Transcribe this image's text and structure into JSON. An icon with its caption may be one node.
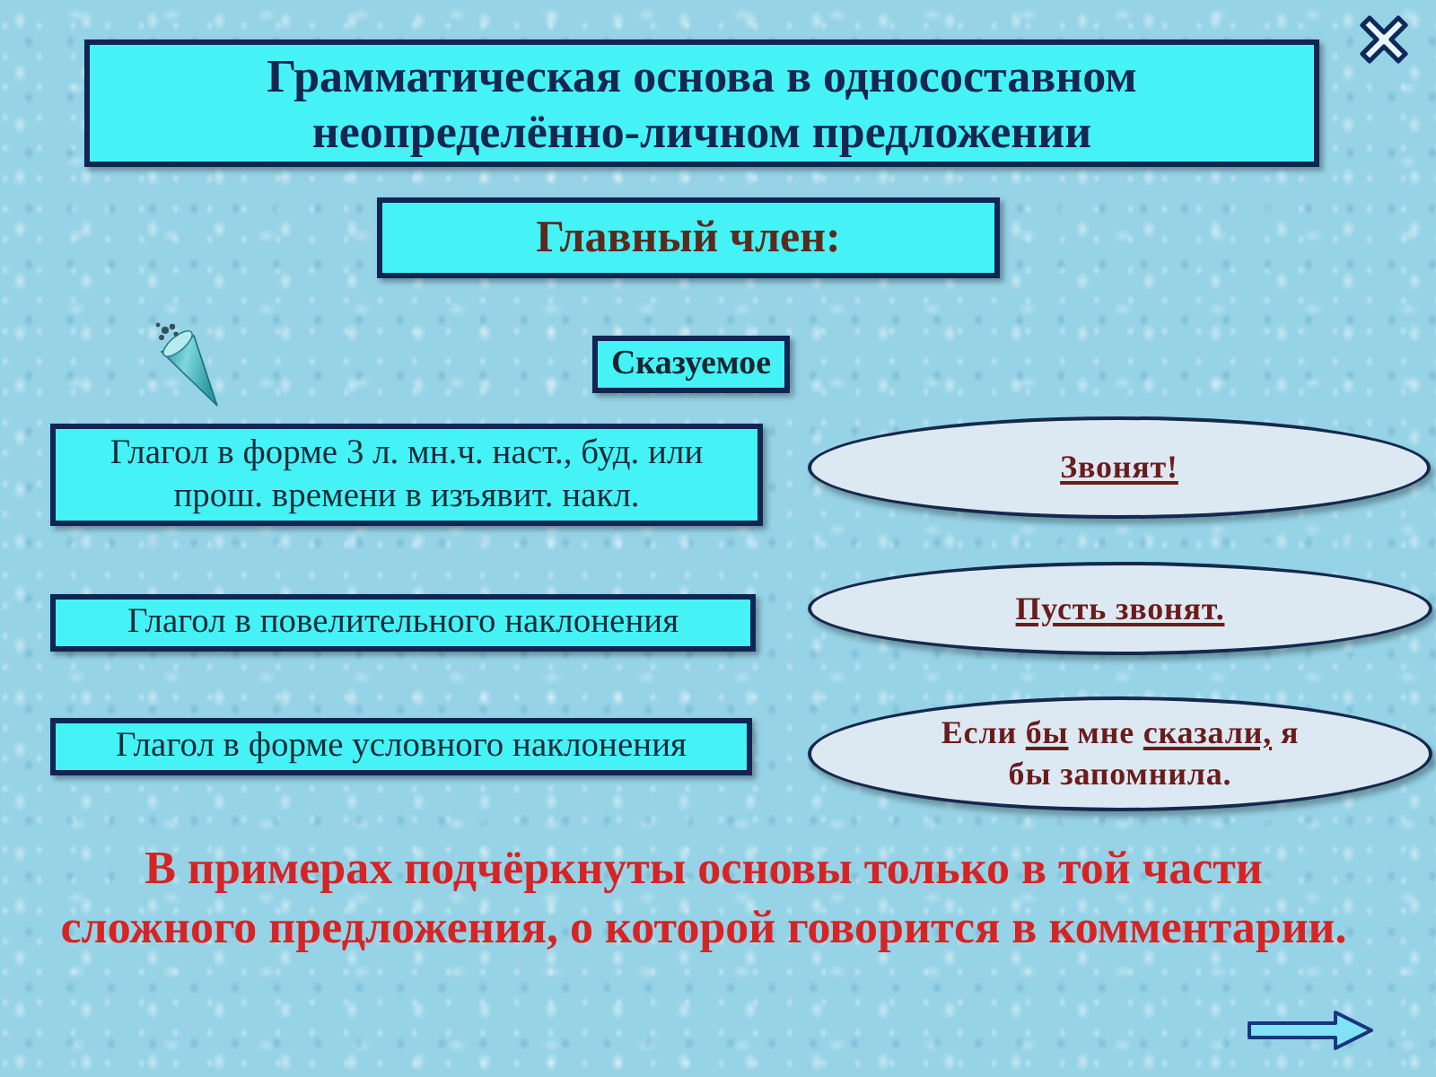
{
  "diagram": {
    "title": "Грамматическая основа в односоставном неопределённо-личном предложении",
    "nodes": [
      {
        "text": [
          "Главный член:"
        ]
      },
      {
        "text": [
          "Сказуемое"
        ]
      },
      {
        "text": [
          "Глагол в форме 3 л. мн.ч. наст., буд. или прош. времени в изъявит. накл."
        ]
      },
      {
        "text": [
          "Звонят!"
        ]
      },
      {
        "text": [
          "Глагол в повелительного наклонения"
        ]
      },
      {
        "text": [
          "Пусть звонят."
        ]
      },
      {
        "text": [
          "Глагол в форме условного наклонения"
        ]
      },
      {
        "text": [
          "Если бы мне сказали, я бы запомнила."
        ]
      }
    ],
    "labels": [
      "В примерах подчёркнуты основы только в той части сложного предложения, о которой говорится в комментарии."
    ]
  }
}
